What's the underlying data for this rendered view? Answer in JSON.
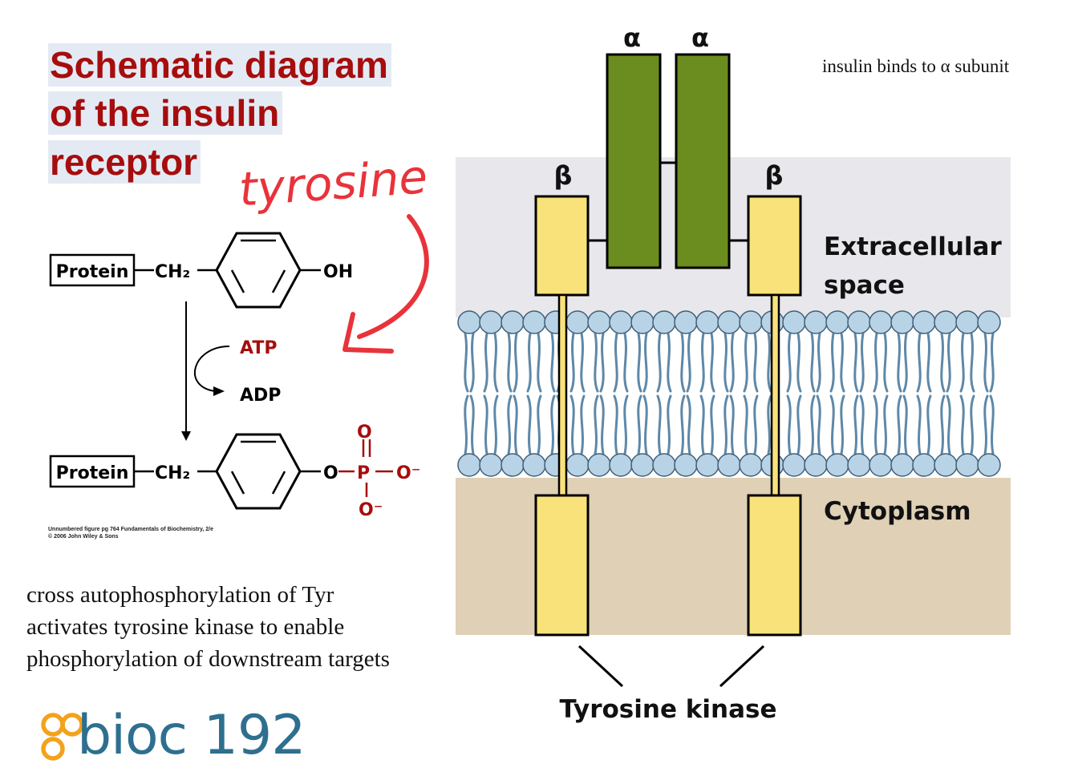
{
  "title": {
    "line1": "Schematic diagram",
    "line2": "of the insulin",
    "line3": "receptor"
  },
  "handwritten_note": "tyrosine",
  "note_top": "insulin binds to α subunit",
  "reaction": {
    "protein_label": "Protein",
    "ch2_label": "CH₂",
    "oh_label": "OH",
    "atp_label": "ATP",
    "adp_label": "ADP",
    "o_label": "O",
    "p_label": "P",
    "o_minus_label": "O⁻",
    "credit_line1": "Unnumbered figure pg 764  Fundamentals of Biochemistry, 2/e",
    "credit_line2": "© 2006 John Wiley & Sons"
  },
  "caption": {
    "line1": "cross autophosphorylation of Tyr",
    "line2": "activates tyrosine kinase to enable",
    "line3": "phosphorylation of downstream targets"
  },
  "receptor": {
    "alpha_label": "α",
    "beta_label": "β",
    "extracellular_line1": "Extracellular",
    "extracellular_line2": "space",
    "cytoplasm_label": "Cytoplasm",
    "tyrosine_kinase_label": "Tyrosine kinase"
  },
  "logo": {
    "text": "bioc 192"
  },
  "colors": {
    "title_red": "#a60d0d",
    "alpha_green": "#6b8c1e",
    "beta_yellow": "#f9e27a",
    "lipid_head": "#b9d3e6",
    "lipid_tail": "#5e88a8",
    "cytoplasm_tan": "#dfd0b6",
    "extracellular_gray": "#e8e8ec",
    "annotation_red": "#e8333b",
    "logo_orange": "#f2a31c",
    "logo_blue": "#2e6f8f"
  }
}
